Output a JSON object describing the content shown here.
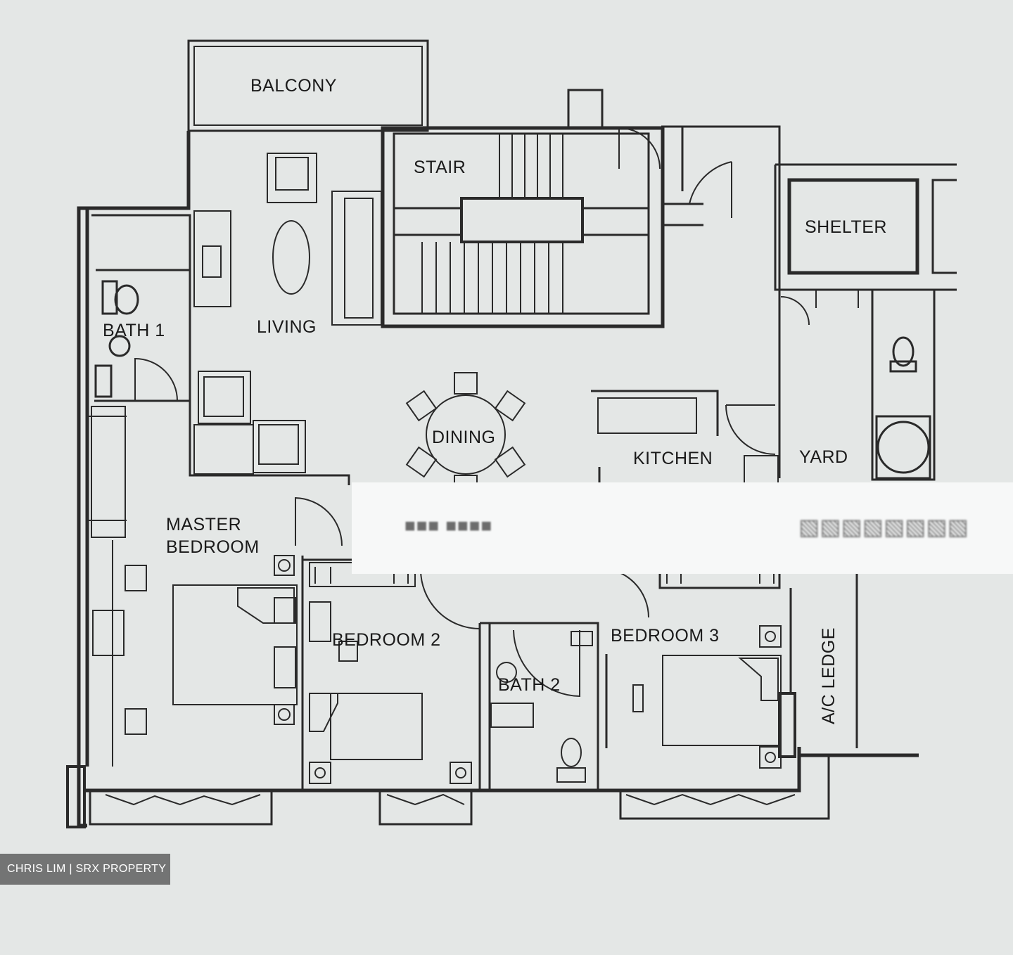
{
  "rooms": {
    "balcony": "BALCONY",
    "stair": "STAIR",
    "shelter": "SHELTER",
    "bath1": "BATH 1",
    "living": "LIVING",
    "dining": "DINING",
    "kitchen": "KITCHEN",
    "yard": "YARD",
    "master_bedroom_line1": "MASTER",
    "master_bedroom_line2": "BEDROOM",
    "bedroom2": "BEDROOM 2",
    "bath2": "BATH 2",
    "bedroom3": "BEDROOM 3",
    "ac_ledge": "A/C LEDGE"
  },
  "watermark": "CHRIS LIM | SRX PROPERTY"
}
